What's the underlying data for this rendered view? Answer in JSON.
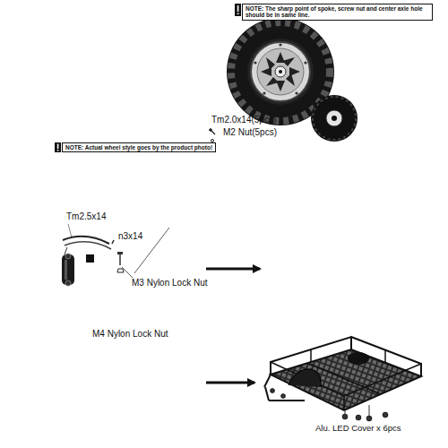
{
  "diagram": {
    "labels": [
      "NOTE: The sharp point of spoke, screw nut and center axle hole should be in same line.",
      "Tm2.0x14(5pcs)",
      "M2 Nut(5pcs)",
      "NOTE: Actual wheel style goes by the product photo!",
      "Tm2.5x14",
      "n3x14",
      "M3 Nylon Lock Nut",
      "M4 Nylon Lock Nut",
      "Alu. LED Cover x 6pcs"
    ]
  }
}
